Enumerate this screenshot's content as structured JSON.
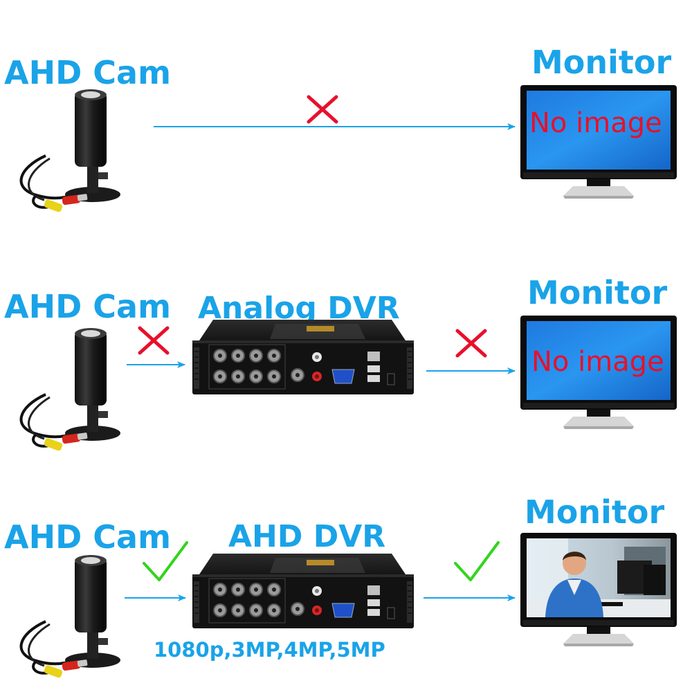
{
  "rows": [
    {
      "camera_label": "AHD Cam",
      "monitor_label": "Monitor",
      "screen_text": "No image",
      "direct_link_status": "fail"
    },
    {
      "camera_label": "AHD Cam",
      "dvr_label": "Analog DVR",
      "monitor_label": "Monitor",
      "screen_text": "No image",
      "cam_to_dvr_status": "fail",
      "dvr_to_monitor_status": "fail"
    },
    {
      "camera_label": "AHD Cam",
      "dvr_label": "AHD DVR",
      "monitor_label": "Monitor",
      "resolutions": "1080p,3MP,4MP,5MP",
      "cam_to_dvr_status": "ok",
      "dvr_to_monitor_status": "ok"
    }
  ],
  "colors": {
    "label_blue": "#1aa3e8",
    "fail_red": "#e8102b",
    "ok_green": "#33d41c",
    "screen_blue": "#1f7ae0"
  }
}
